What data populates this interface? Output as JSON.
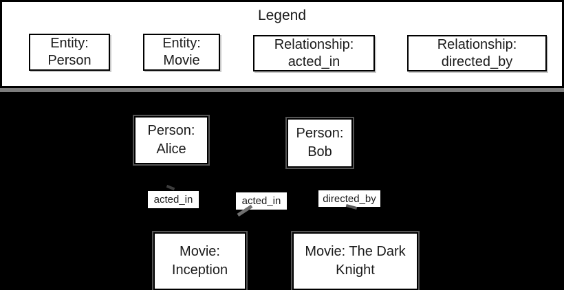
{
  "colors": {
    "background": "#000000",
    "panel_background": "#ffffff",
    "border": "#000000",
    "legend_shadow": "#7d7d7d",
    "node_halo": "#555555",
    "text": "#1a1a1a"
  },
  "legend": {
    "title": "Legend",
    "items": [
      {
        "line1": "Entity:",
        "line2": "Person"
      },
      {
        "line1": "Entity:",
        "line2": "Movie"
      },
      {
        "line1": "Relationship:",
        "line2": "acted_in"
      },
      {
        "line1": "Relationship:",
        "line2": "directed_by"
      }
    ]
  },
  "graph": {
    "nodes": [
      {
        "line1": "Person:",
        "line2": "Alice"
      },
      {
        "line1": "Person:",
        "line2": "Bob"
      },
      {
        "line1": "Movie:",
        "line2": "Inception"
      },
      {
        "line1": "Movie: The Dark",
        "line2": "Knight"
      }
    ],
    "edge_labels": [
      "acted_in",
      "acted_in",
      "directed_by"
    ]
  }
}
